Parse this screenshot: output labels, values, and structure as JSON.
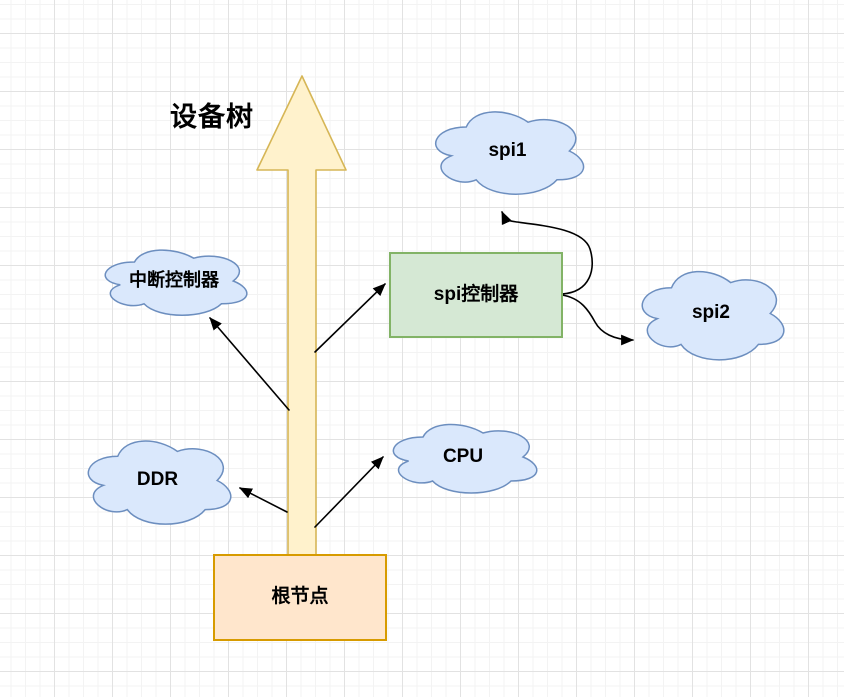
{
  "title": {
    "text": "设备树"
  },
  "nodes": {
    "root": {
      "label": "根节点",
      "shape": "rectangle",
      "fill": "#FFE6CC",
      "stroke": "#D79B00"
    },
    "spi_controller": {
      "label": "spi控制器",
      "shape": "rectangle",
      "fill": "#D5E8D4",
      "stroke": "#82B366"
    },
    "interrupt_controller": {
      "label": "中断控制器",
      "shape": "cloud",
      "fill": "#DAE8FC",
      "stroke": "#6C8EBF"
    },
    "ddr": {
      "label": "DDR",
      "shape": "cloud",
      "fill": "#DAE8FC",
      "stroke": "#6C8EBF"
    },
    "cpu": {
      "label": "CPU",
      "shape": "cloud",
      "fill": "#DAE8FC",
      "stroke": "#6C8EBF"
    },
    "spi1": {
      "label": "spi1",
      "shape": "cloud",
      "fill": "#DAE8FC",
      "stroke": "#6C8EBF"
    },
    "spi2": {
      "label": "spi2",
      "shape": "cloud",
      "fill": "#DAE8FC",
      "stroke": "#6C8EBF"
    }
  },
  "trunk_arrow": {
    "description": "large upward arrow behind root node",
    "fill": "#FFF2CC",
    "stroke": "#D6B656"
  },
  "edges": [
    {
      "from": "root",
      "to": "interrupt_controller",
      "style": "straight-arrow"
    },
    {
      "from": "root",
      "to": "spi_controller",
      "style": "straight-arrow"
    },
    {
      "from": "root",
      "to": "ddr",
      "style": "straight-arrow"
    },
    {
      "from": "root",
      "to": "cpu",
      "style": "straight-arrow"
    },
    {
      "from": "spi_controller",
      "to": "spi1",
      "style": "curved-arrow"
    },
    {
      "from": "spi_controller",
      "to": "spi2",
      "style": "curved-arrow"
    }
  ],
  "colors": {
    "background": "#FFFFFF",
    "grid_minor": "#F3F3F3",
    "grid_major": "#E2E2E2",
    "cloud_fill": "#DAE8FC",
    "cloud_stroke": "#6C8EBF",
    "green_fill": "#D5E8D4",
    "green_stroke": "#82B366",
    "orange_fill": "#FFE6CC",
    "orange_stroke": "#D79B00",
    "yellow_fill": "#FFF2CC",
    "yellow_stroke": "#D6B656",
    "connector": "#000000",
    "text": "#000000"
  }
}
